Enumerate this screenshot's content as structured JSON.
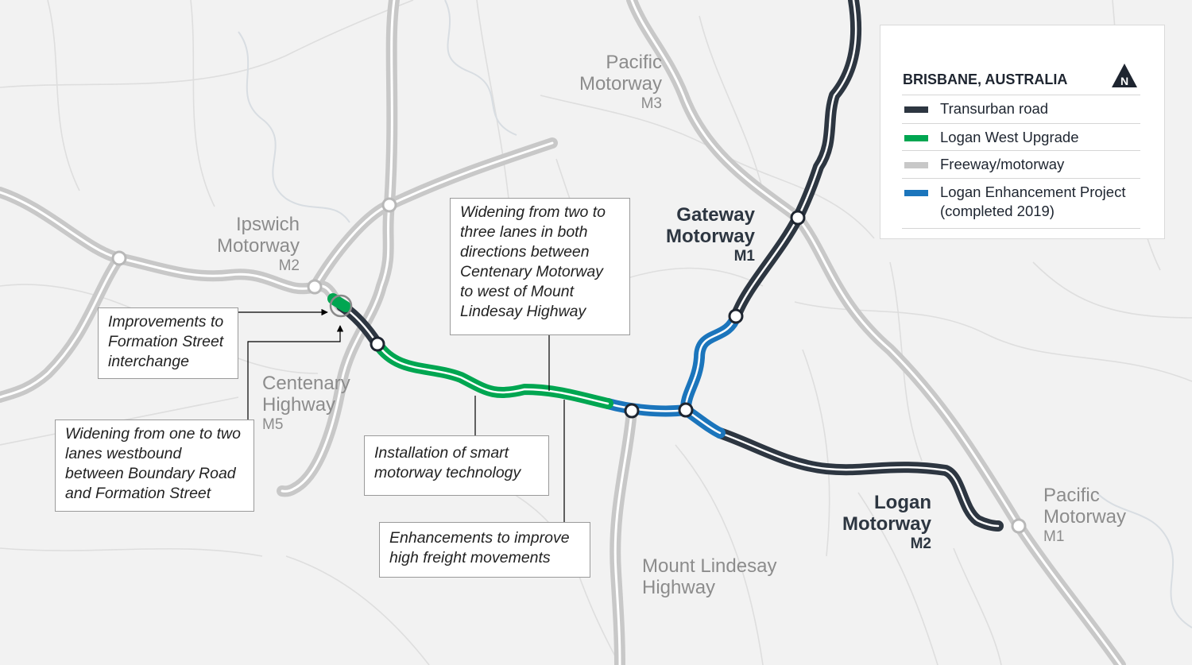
{
  "title": "BRISBANE, AUSTRALIA",
  "north_label": "N",
  "colors": {
    "transurban": "#2d3641",
    "logan_west": "#00a651",
    "freeway": "#c8c8c8",
    "enhancement": "#1b75bc",
    "background": "#f2f2f2"
  },
  "legend": [
    {
      "label": "Transurban road",
      "color": "#2d3641"
    },
    {
      "label": "Logan West Upgrade",
      "color": "#00a651"
    },
    {
      "label": "Freeway/motorway",
      "color": "#c8c8c8"
    },
    {
      "label": "Logan Enhancement Project (completed 2019)",
      "color": "#1b75bc"
    }
  ],
  "roads": {
    "pacific_m3": {
      "name": "Pacific Motorway",
      "code": "M3"
    },
    "ipswich": {
      "name": "Ipswich Motorway",
      "code": "M2"
    },
    "centenary": {
      "name": "Centenary Highway",
      "code": "M5"
    },
    "gateway": {
      "name": "Gateway Motorway",
      "code": "M1"
    },
    "logan": {
      "name": "Logan Motorway",
      "code": "M2"
    },
    "pacific_m1": {
      "name": "Pacific Motorway",
      "code": "M1"
    },
    "mount_lindesay": {
      "name": "Mount Lindesay Highway"
    }
  },
  "callouts": {
    "formation": "Improvements to Formation Street interchange",
    "widening_one_two": "Widening from one to two lanes westbound between Boundary Road and Formation Street",
    "widening_two_three": "Widening from two to three lanes in both directions between Centenary Motorway to west of Mount Lindesay Highway",
    "smart": "Installation of smart motorway technology",
    "freight": "Enhancements to improve high freight movements"
  }
}
